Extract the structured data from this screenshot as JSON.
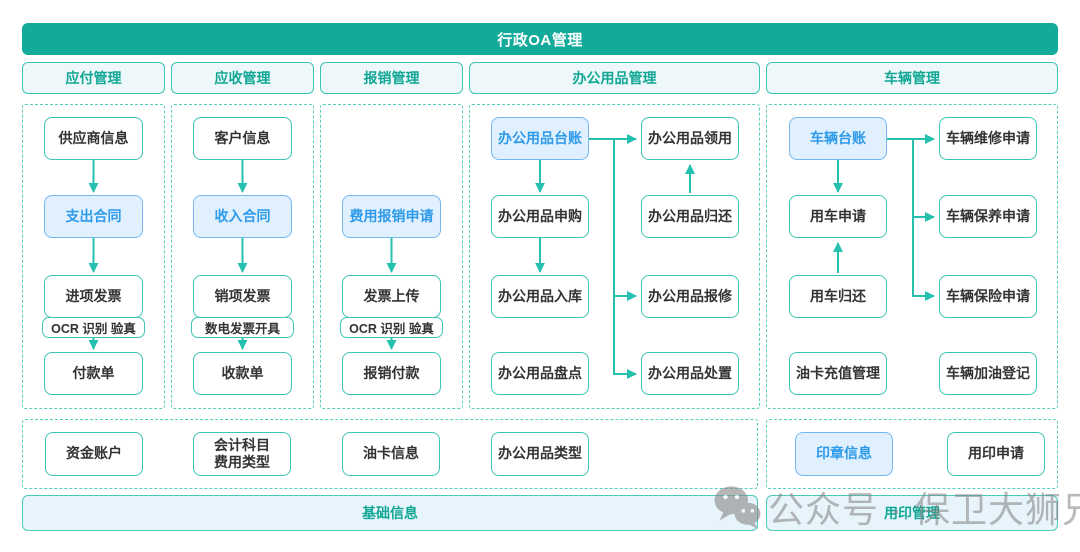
{
  "title": "行政OA管理",
  "colors": {
    "banner_teal": "#12AB9B",
    "teal_text": "#12A795",
    "box_border_teal": "#3CC5B3",
    "arrow_teal": "#26C1AE",
    "dashed_teal": "#55CEBC",
    "blue_text": "#2E9AEA",
    "blue_border": "#74B9F4",
    "blue_bg": "#E1F0FE",
    "header_bg": "#EEF8FA",
    "bar_bg": "#E8F4FB",
    "watermark_gray": "#808080"
  },
  "sections": {
    "payable": {
      "header": "应付管理",
      "nodes": {
        "supplier": "供应商信息",
        "expense_contract": "支出合同",
        "input_invoice": "进项发票",
        "input_invoice_tag": "OCR 识别 验真",
        "payment_slip": "付款单"
      }
    },
    "receivable": {
      "header": "应收管理",
      "nodes": {
        "customer": "客户信息",
        "income_contract": "收入合同",
        "output_invoice": "销项发票",
        "output_invoice_tag": "数电发票开具",
        "receipt_slip": "收款单"
      }
    },
    "reimbursement": {
      "header": "报销管理",
      "nodes": {
        "expense_apply": "费用报销申请",
        "invoice_upload": "发票上传",
        "invoice_upload_tag": "OCR 识别 验真",
        "reimburse_pay": "报销付款"
      }
    },
    "office_supplies": {
      "header": "办公用品管理",
      "nodes": {
        "ledger": "办公用品台账",
        "purchase": "办公用品申购",
        "inbound": "办公用品入库",
        "stocktaking": "办公用品盘点",
        "requisition": "办公用品领用",
        "return": "办公用品归还",
        "repair": "办公用品报修",
        "disposal": "办公用品处置"
      }
    },
    "vehicle": {
      "header": "车辆管理",
      "nodes": {
        "ledger": "车辆台账",
        "use_apply": "用车申请",
        "use_return": "用车归还",
        "fuel_card_recharge": "油卡充值管理",
        "repair_apply": "车辆维修申请",
        "maintenance_apply": "车辆保养申请",
        "insurance_apply": "车辆保险申请",
        "refuel_register": "车辆加油登记"
      }
    }
  },
  "base_info": {
    "header": "基础信息",
    "nodes": {
      "fund_account": "资金账户",
      "subject_line1": "会计科目",
      "subject_line2": "费用类型",
      "fuel_card_info": "油卡信息",
      "supplies_type": "办公用品类型"
    }
  },
  "seal_mgmt": {
    "header": "用印管理",
    "nodes": {
      "seal_info": "印章信息",
      "seal_apply": "用印申请"
    }
  },
  "watermark": {
    "text": "公众号 · 保卫大狮兄"
  }
}
